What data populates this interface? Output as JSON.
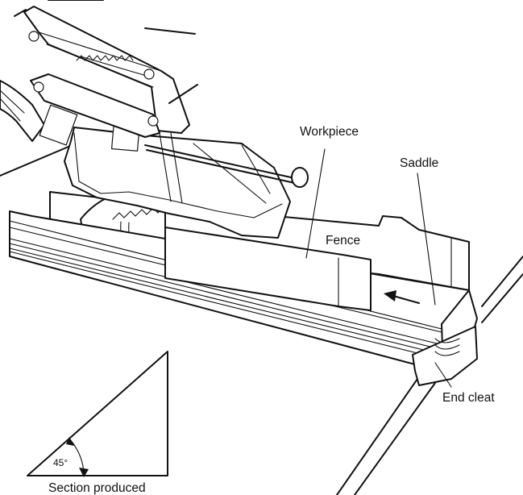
{
  "labels": {
    "workpiece": "Workpiece",
    "saddle": "Saddle",
    "fence": "Fence",
    "end_cleat": "End cleat",
    "angle": "45°",
    "section_produced": "Section produced"
  }
}
